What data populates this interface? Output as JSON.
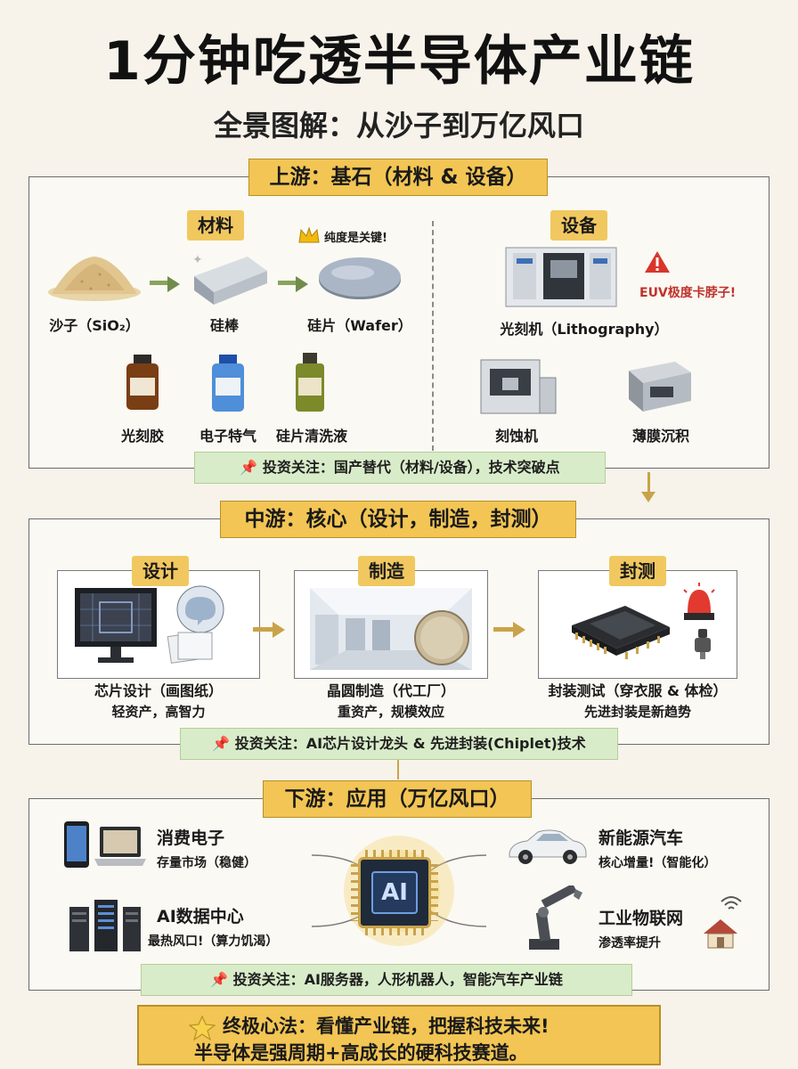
{
  "title": "1分钟吃透半导体产业链",
  "subtitle": "全景图解：从沙子到万亿风口",
  "upstream": {
    "header": "上游：基石（材料 & 设备）",
    "materials_tag": "材料",
    "equipment_tag": "设备",
    "purity_note": "纯度是关键!",
    "euv_note": "EUV极度卡脖子!",
    "items": {
      "sand": "沙子（SiO₂）",
      "rod": "硅棒",
      "wafer": "硅片（Wafer）",
      "photoresist": "光刻胶",
      "gas": "电子特气",
      "cleaner": "硅片清洗液",
      "litho": "光刻机（Lithography）",
      "etch": "刻蚀机",
      "deposition": "薄膜沉积"
    },
    "invest": "投资关注：国产替代（材料/设备），技术突破点"
  },
  "midstream": {
    "header": "中游：核心（设计，制造，封测）",
    "design_tag": "设计",
    "manufacture_tag": "制造",
    "package_tag": "封测",
    "design_label": "芯片设计（画图纸）",
    "design_sub": "轻资产，高智力",
    "manufacture_label": "晶圆制造（代工厂）",
    "manufacture_sub": "重资产，规模效应",
    "package_label": "封装测试（穿衣服 & 体检）",
    "package_sub": "先进封装是新趋势",
    "invest": "投资关注：AI芯片设计龙头 & 先进封装(Chiplet)技术"
  },
  "downstream": {
    "header": "下游：应用（万亿风口）",
    "ai_chip": "AI",
    "consumer": "消费电子",
    "consumer_sub": "存量市场（稳健）",
    "datacenter": "AI数据中心",
    "datacenter_sub": "最热风口!（算力饥渴）",
    "ev": "新能源汽车",
    "ev_sub": "核心增量!（智能化）",
    "iot": "工业物联网",
    "iot_sub": "渗透率提升",
    "invest": "投资关注：AI服务器，人形机器人，智能汽车产业链"
  },
  "final": {
    "line1": "终极心法：看懂产业链，把握科技未来!",
    "line2": "半导体是强周期+高成长的硬科技赛道。"
  },
  "colors": {
    "header_gold": "#f2c554",
    "invest_green": "#d9ecc9",
    "warn_red": "#c0322b",
    "arrow_green": "#6f8c4a"
  }
}
